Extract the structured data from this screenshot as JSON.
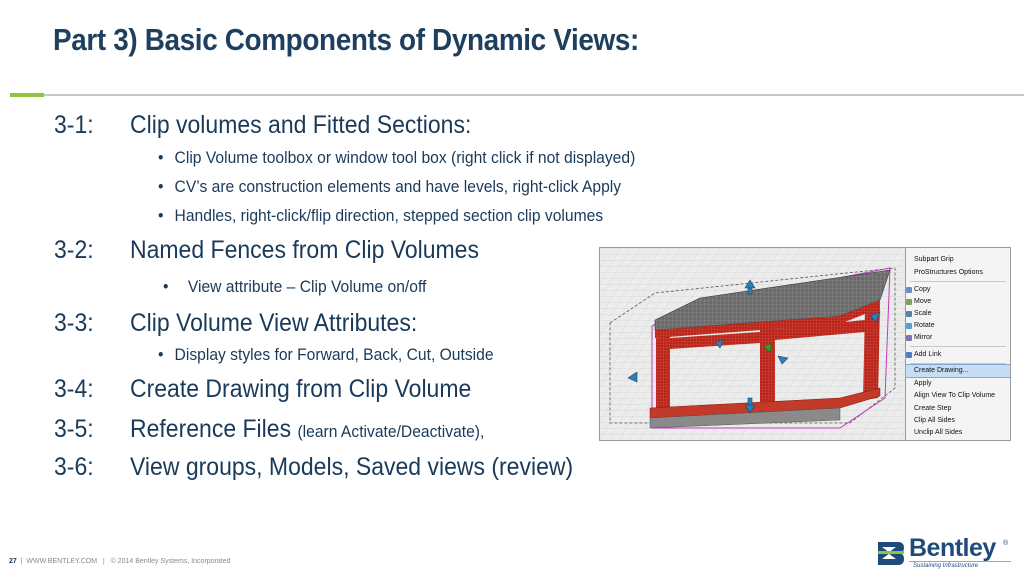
{
  "slide": {
    "title": "Part 3) Basic Components of Dynamic Views:"
  },
  "sections": [
    {
      "num": "3-1:",
      "heading": "Clip volumes and Fitted Sections:",
      "suffix": "",
      "bullets": [
        "Clip Volume toolbox or window tool box (right click if not displayed)",
        "CV’s are construction elements and have levels, right-click Apply",
        "Handles, right-click/flip direction, stepped section clip volumes"
      ]
    },
    {
      "num": "3-2:",
      "heading": "Named Fences from Clip Volumes",
      "suffix": "",
      "bullets": [
        "View attribute – Clip Volume on/off"
      ]
    },
    {
      "num": "3-3:",
      "heading": "Clip Volume View Attributes:",
      "suffix": "",
      "bullets": [
        "Display styles for Forward, Back, Cut, Outside"
      ]
    },
    {
      "num": "3-4:",
      "heading": "Create Drawing from Clip Volume",
      "suffix": "",
      "bullets": []
    },
    {
      "num": "3-5:",
      "heading": "Reference Files",
      "suffix": "(learn Activate/Deactivate),",
      "bullets": []
    },
    {
      "num": "3-6:",
      "heading": "View groups, Models, Saved views (review)",
      "suffix": "",
      "bullets": []
    }
  ],
  "context_menu": {
    "items": [
      "Subpart Grip",
      "ProStructures Options",
      "Copy",
      "Move",
      "Scale",
      "Rotate",
      "Mirror",
      "Add Link",
      "Create Drawing...",
      "Apply",
      "Align View To Clip Volume",
      "Create Step",
      "Clip All Sides",
      "Unclip All Sides"
    ],
    "selected": "Create Drawing..."
  },
  "footer": {
    "page": "27",
    "sep1": "|",
    "site": "WWW.BENTLEY.COM",
    "sep2": "|",
    "copyright": "© 2014 Bentley Systems, Incorporated"
  },
  "logo": {
    "name": "Bentley",
    "registered": "®",
    "tagline": "Sustaining Infrastructure"
  },
  "colors": {
    "title": "#1f3f5e",
    "accent_green": "#8cc63f",
    "steel_red": "#cc2a1e",
    "menu_highlight": "#c6ddf5"
  }
}
